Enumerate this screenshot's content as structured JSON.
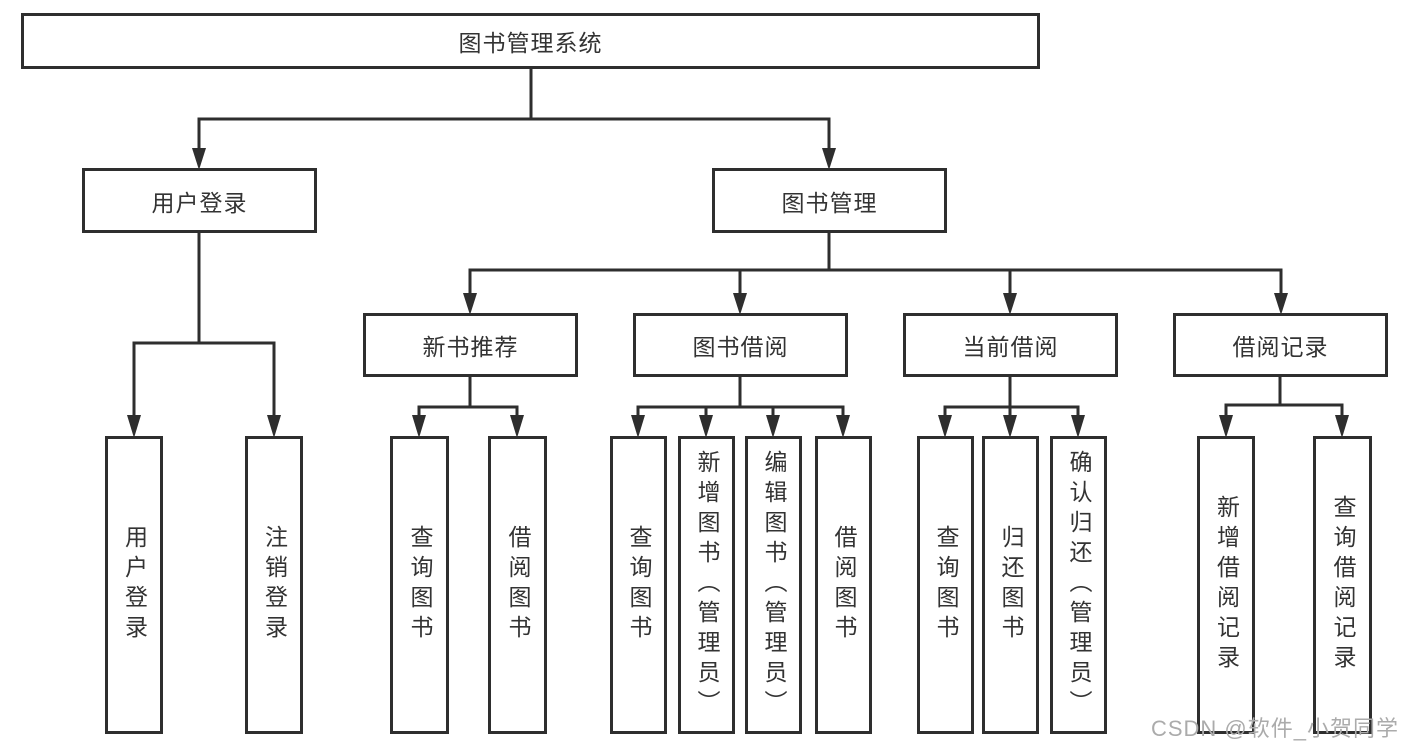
{
  "diagram": {
    "root": {
      "label": "图书管理系统"
    },
    "level2": [
      {
        "id": "user-login",
        "label": "用户登录",
        "parent": "图书管理系统"
      },
      {
        "id": "book-management",
        "label": "图书管理",
        "parent": "图书管理系统"
      }
    ],
    "level3": [
      {
        "id": "new-book-recommend",
        "label": "新书推荐",
        "parent": "图书管理"
      },
      {
        "id": "book-borrowing",
        "label": "图书借阅",
        "parent": "图书管理"
      },
      {
        "id": "current-borrowing",
        "label": "当前借阅",
        "parent": "图书管理"
      },
      {
        "id": "borrowing-records",
        "label": "借阅记录",
        "parent": "图书管理"
      }
    ],
    "leaves": [
      {
        "label": "用户登录",
        "parent": "用户登录"
      },
      {
        "label": "注销登录",
        "parent": "用户登录"
      },
      {
        "label": "查询图书",
        "parent": "新书推荐"
      },
      {
        "label": "借阅图书",
        "parent": "新书推荐"
      },
      {
        "label": "查询图书",
        "parent": "图书借阅"
      },
      {
        "label": "新增图书（管理员）",
        "parent": "图书借阅"
      },
      {
        "label": "编辑图书（管理员）",
        "parent": "图书借阅"
      },
      {
        "label": "借阅图书",
        "parent": "图书借阅"
      },
      {
        "label": "查询图书",
        "parent": "当前借阅"
      },
      {
        "label": "归还图书",
        "parent": "当前借阅"
      },
      {
        "label": "确认归还（管理员）",
        "parent": "当前借阅"
      },
      {
        "label": "新增借阅记录",
        "parent": "借阅记录"
      },
      {
        "label": "查询借阅记录",
        "parent": "借阅记录"
      }
    ]
  },
  "watermark": {
    "text": "CSDN @软件_小贺同学"
  },
  "colors": {
    "line": "#2e2e2e",
    "box_border": "#2e2e2e",
    "text": "#333333",
    "watermark": "#ababab",
    "background": "#ffffff"
  }
}
